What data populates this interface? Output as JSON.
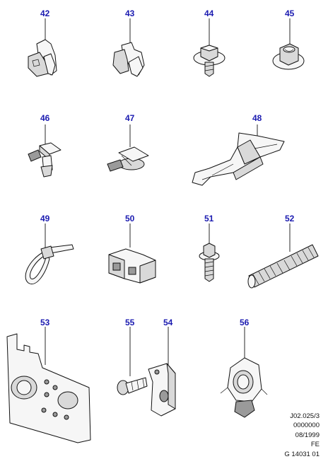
{
  "callouts": {
    "c42": "42",
    "c43": "43",
    "c44": "44",
    "c45": "45",
    "c46": "46",
    "c47": "47",
    "c48": "48",
    "c49": "49",
    "c50": "50",
    "c51": "51",
    "c52": "52",
    "c53": "53",
    "c54": "54",
    "c55": "55",
    "c56": "56"
  },
  "reference": {
    "line1": "J02.025/3",
    "line2": "0000000",
    "line3": "08/1999",
    "line4": "FE",
    "line5": "G 14031 01"
  }
}
